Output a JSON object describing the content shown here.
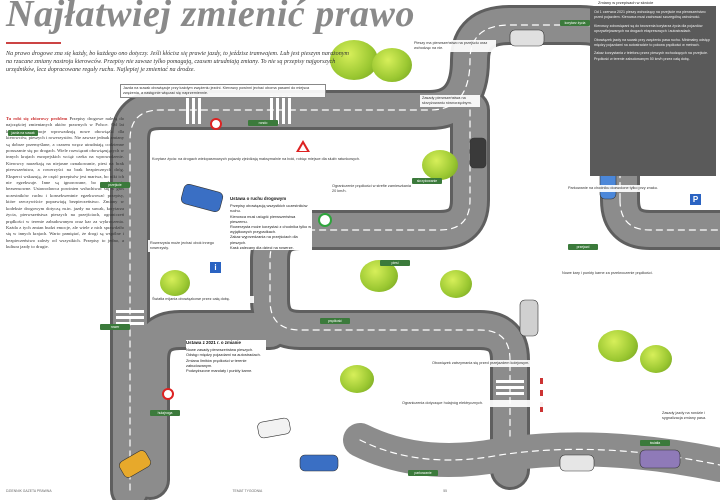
{
  "title": "Najłatwiej zmienić prawo",
  "lead": "Na prawo drogowe zna się każdy, bo każdego ono dotyczy. Jeśli kłócisz się prawie jazdy, to jeździsz tramwajem. Lub jest pieszym narażonym na rzucane zmiany nastroju kierowców. Przepisy nie zawsze tylko pomagają, czasem utrudniają zmiany. To nie są przepisy najgorszych urzędników, lecz dopracowane reguły ruchu. Najlepiej je zmieniać na drodze.",
  "body_heading": "Tu robi się zbiorowy problem",
  "body_text": "Przepisy drogowe należą do najczęściej zmienianych aktów prawnych w Polsce. Od lat kolejne nowelizacje wprowadzają nowe obowiązki dla kierowców, pieszych i rowerzystów. Nie zawsze jednak zmiany są dobrze przemyślane, a czasem wręcz utrudniają codzienne poruszanie się po drogach. Wiele rozwiązań obowiązujących w innych krajach europejskich wciąż czeka na wprowadzenie. Kierowcy narzekają na niejasne oznakowanie, piesi na brak pierwszeństwa, a rowerzyści na brak bezpiecznych dróg. Eksperci wskazują, że część przepisów jest martwa, bo nikt ich nie egzekwuje. Inne są ignorowane, bo wydają się bezsensowne. Ustawodawca powinien wsłuchiwać się w głos uczestników ruchu i konsekwentnie egzekwować przepisy, które rzeczywiście poprawiają bezpieczeństwo. Zmiany w kodeksie drogowym dotyczą m.in. jazdy na suwak, korytarza życia, pierwszeństwa pieszych na przejściach, ograniczeń prędkości w terenie zabudowanym oraz kar za wykroczenia. Każda z tych zmian budzi emocje, ale wiele z nich sprawdziło się w innych krajach. Warto pamiętać, że drogi są wspólne i bezpieczeństwo zależy od wszystkich. Przepisy to jedno, a kultura jazdy to drugie.",
  "side_head": "Zmiany w przepisach w skrócie",
  "side_paragraphs": [
    "Od 1 czerwca 2021 pieszy wchodzący na przejście ma pierwszeństwo przed pojazdem. Kierowca musi zachować szczególną ostrożność.",
    "Kierowcy zobowiązani są do tworzenia korytarza życia dla pojazdów uprzywilejowanych na drogach ekspresowych i autostradach.",
    "Obowiązek jazdy na suwak przy zwężeniu pasa ruchu. Minimalny odstęp między pojazdami na autostradzie to połowa prędkości w metrach.",
    "Zakaz korzystania z telefonu przez pieszych wchodzących na przejście. Prędkość w terenie zabudowanym 50 km/h przez całą dobę."
  ],
  "captions": [
    "Jazda na suwak obowiązuje przy każdym zwężeniu jezdni. Kierowcy powinni jechać oboma pasami do miejsca zwężenia, a następnie włączać się naprzemiennie.",
    "Pieszy ma pierwszeństwo na przejściu oraz wchodząc na nie.",
    "Korytarz życia: na drogach wielopasmowych pojazdy zjeżdżają maksymalnie na boki, robiąc miejsce dla służb ratunkowych.",
    "Zasady pierwszeństwa na skrzyżowaniu równorzędnym.",
    "Ograniczenie prędkości w strefie zamieszkania 20 km/h.",
    "Rowerzysta może jechać obok innego rowerzysty.",
    "Obowiązek zatrzymania się przed przejazdem kolejowym.",
    "Ograniczenia dotyczące hulajnóg elektrycznych.",
    "Nowe kary i punkty karne za przekroczenie prędkości.",
    "Parkowanie na chodniku dozwolone tylko przy znaku.",
    "Zasady jazdy na rondzie i sygnalizacja zmiany pasa.",
    "Światła mijania obowiązkowe przez całą dobę."
  ],
  "box1": {
    "heading": "Ustawa o ruchu drogowym",
    "lines": [
      "Przepisy obowiązują wszystkich uczestników ruchu.",
      "Kierowca musi ustąpić pierwszeństwa pieszemu.",
      "Rowerzysta może korzystać z chodnika tylko w wyjątkowych przypadkach.",
      "Zakaz wyprzedzania na przejściach dla pieszych.",
      "Kask zalecany dla dzieci na rowerze."
    ]
  },
  "box2": {
    "heading": "Ustawa z 2021 r. o zmianie",
    "lines": [
      "Nowe zasady pierwszeństwa pieszych.",
      "Odstęp między pojazdami na autostradach.",
      "Zmiana limitów prędkości w terenie zabudowanym.",
      "Podwyższone mandaty i punkty karne."
    ]
  },
  "tags": [
    "jazda na suwak",
    "przejście",
    "rondo",
    "skrzyżowanie",
    "rower",
    "hulajnoga",
    "prędkość",
    "parkowanie",
    "korytarz życia",
    "przejazd",
    "światła",
    "piesi"
  ],
  "signs": {
    "info": "i",
    "parking": "P"
  },
  "footer": [
    "DZIENNIK GAZETA PRAWNA",
    "TEMAT TYGODNIA",
    "55"
  ],
  "colors": {
    "road": "#8c8c8c",
    "road_edge": "#5f5f5f",
    "accent": "#c33333",
    "tag": "#3b7a3b",
    "side": "#5a5a5a"
  }
}
